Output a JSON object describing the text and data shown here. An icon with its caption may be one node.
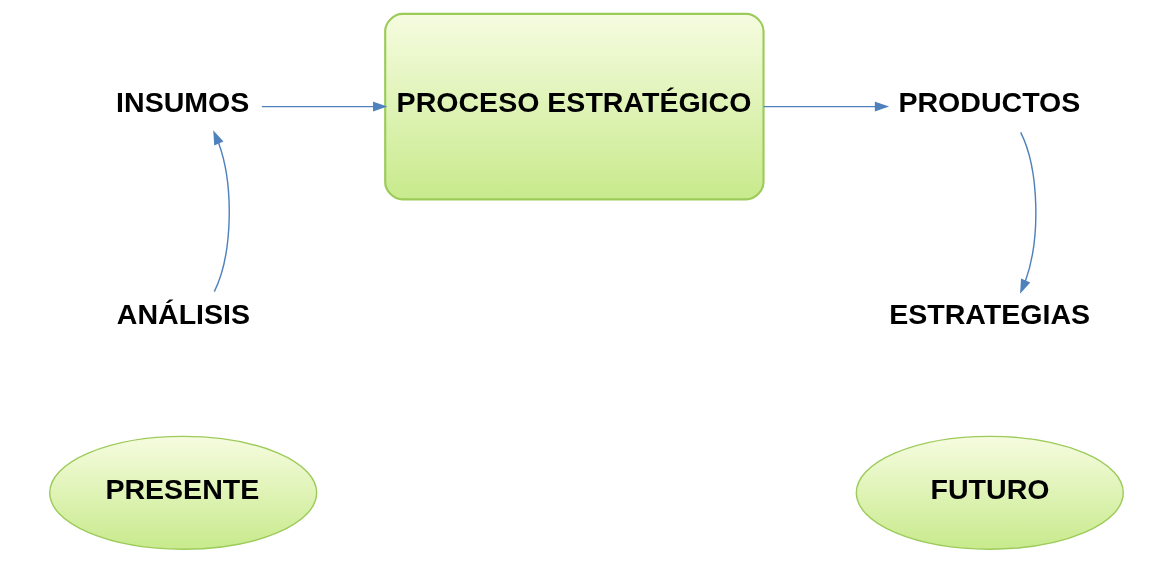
{
  "diagram": {
    "nodes": [
      {
        "text": [
          "INSUMOS"
        ]
      },
      {
        "text": [
          "PROCESO ESTRATÉGICO"
        ]
      },
      {
        "text": [
          "PRODUCTOS"
        ]
      },
      {
        "text": [
          "ANÁLISIS"
        ]
      },
      {
        "text": [
          "ESTRATEGIAS"
        ]
      },
      {
        "text": [
          "PRESENTE"
        ]
      },
      {
        "text": [
          "FUTURO"
        ]
      }
    ],
    "edges": [
      {
        "from": 0,
        "to": 1,
        "arrow": "to"
      },
      {
        "from": 1,
        "to": 2,
        "arrow": "to"
      },
      {
        "from": 3,
        "to": 0,
        "arrow": "to"
      },
      {
        "from": 2,
        "to": 4,
        "arrow": "to"
      }
    ]
  }
}
